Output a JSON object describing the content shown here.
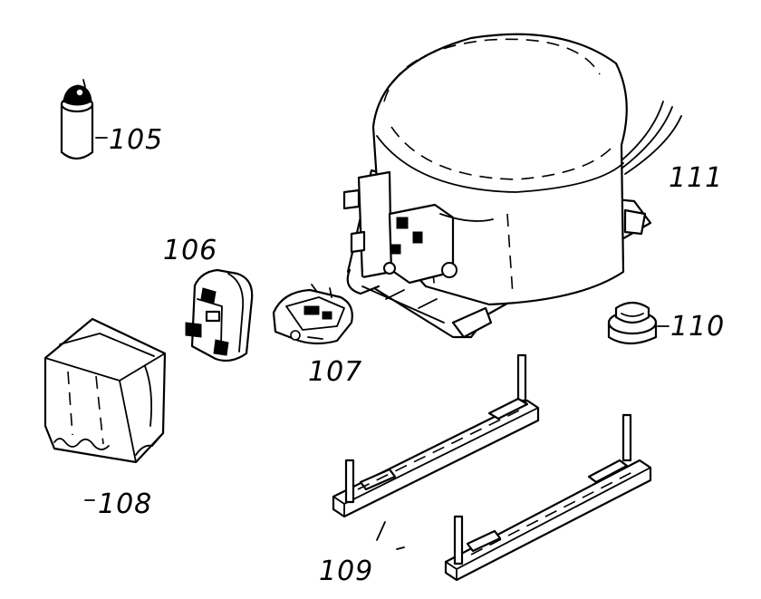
{
  "labels": {
    "p105": "105",
    "p106": "106",
    "p107": "107",
    "p108": "108",
    "p109": "109",
    "p110": "110",
    "p111": "111"
  },
  "colors": {
    "line": "#000000",
    "background": "#ffffff"
  }
}
